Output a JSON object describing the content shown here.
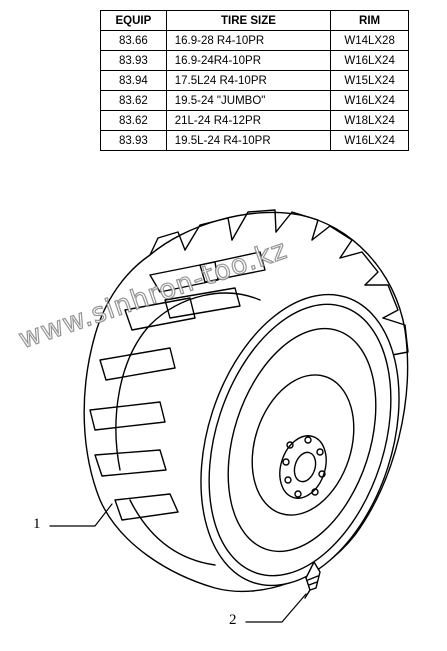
{
  "table": {
    "headers": {
      "equip": "EQUIP",
      "tire_size": "TIRE SIZE",
      "rim": "RIM"
    },
    "rows": [
      {
        "equip": "83.66",
        "tire_size": "16.9-28 R4-10PR",
        "rim": "W14LX28"
      },
      {
        "equip": "83.93",
        "tire_size": "16.9-24R4-10PR",
        "rim": "W16LX24"
      },
      {
        "equip": "83.94",
        "tire_size": "17.5L24 R4-10PR",
        "rim": "W15LX24"
      },
      {
        "equip": "83.62",
        "tire_size": "19.5-24 \"JUMBO\"",
        "rim": "W16LX24"
      },
      {
        "equip": "83.62",
        "tire_size": "21L-24 R4-12PR",
        "rim": "W18LX24"
      },
      {
        "equip": "83.93",
        "tire_size": "19.5L-24 R4-10PR",
        "rim": "W16LX24"
      }
    ]
  },
  "callouts": {
    "tire": "1",
    "valve": "2"
  },
  "watermark": "www.sinhron-too.kz"
}
